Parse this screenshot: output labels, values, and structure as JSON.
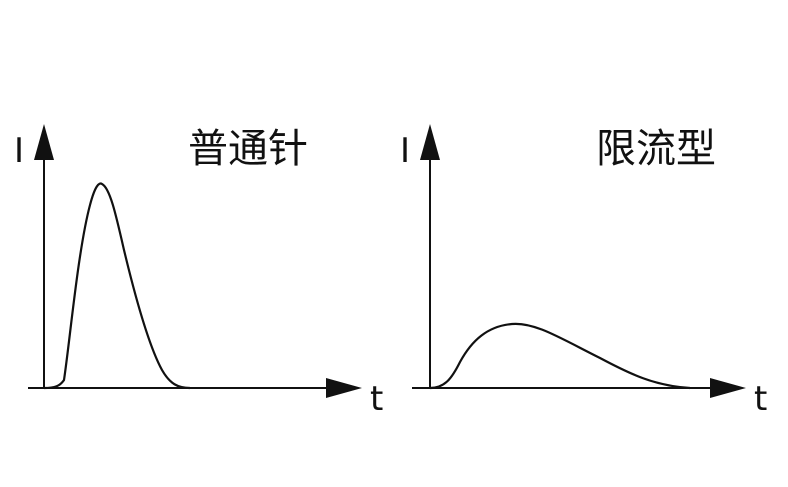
{
  "panels": [
    {
      "title": "普通针",
      "y_axis_label": "I",
      "x_axis_label": "t"
    },
    {
      "title": "限流型",
      "y_axis_label": "I",
      "x_axis_label": "t"
    }
  ],
  "colors": {
    "line": "#111111",
    "background": "#ffffff"
  }
}
